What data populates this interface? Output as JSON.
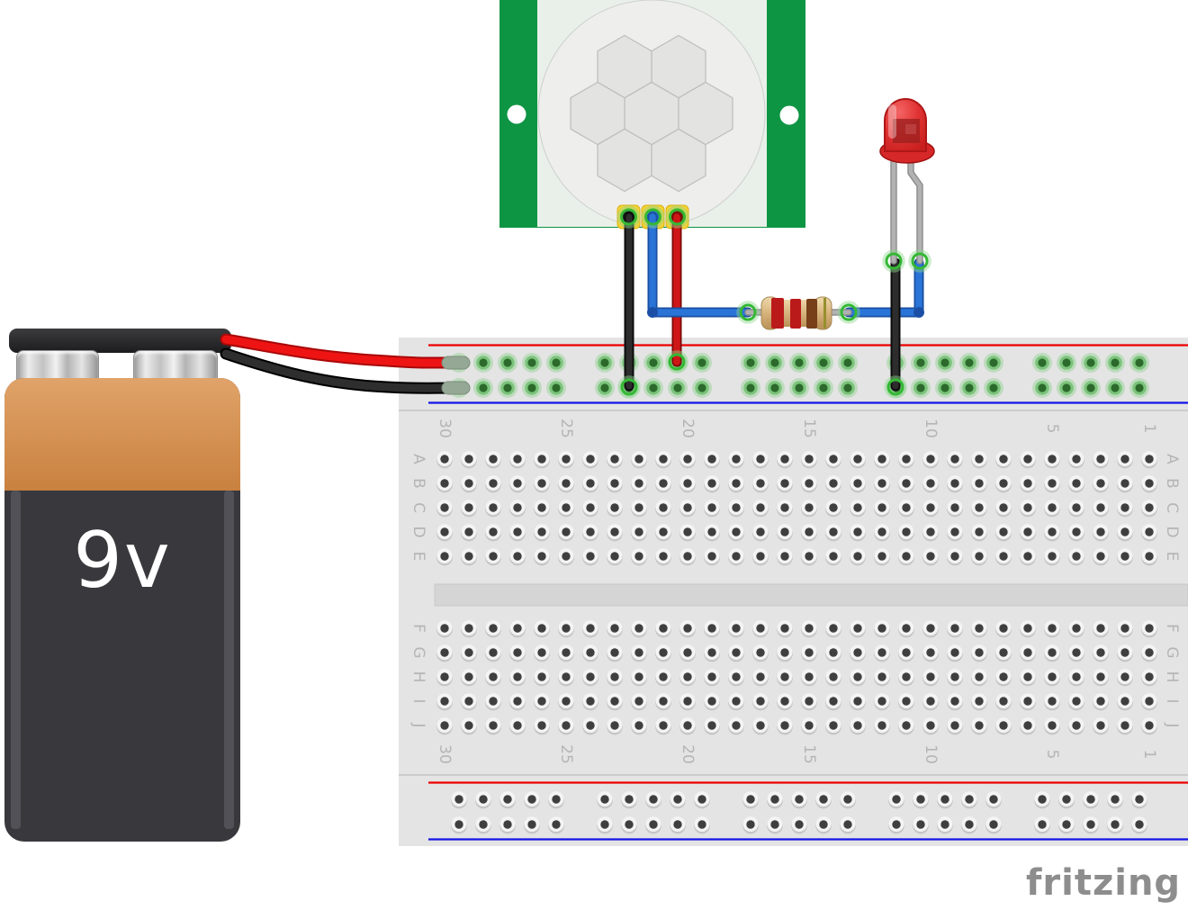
{
  "battery": {
    "voltage_label": "9v"
  },
  "breadboard": {
    "column_labels": [
      "30",
      "25",
      "20",
      "15",
      "10",
      "5",
      "1"
    ],
    "row_labels_upper": [
      "A",
      "B",
      "C",
      "D",
      "E"
    ],
    "row_labels_lower": [
      "F",
      "G",
      "H",
      "I",
      "J"
    ]
  },
  "watermark": {
    "label": "fritzing"
  },
  "colors": {
    "pcb_green": "#0d9543",
    "pir_dome": "#eeeeec",
    "pad_yellow": "#f4d232",
    "wire_red": "#cf1616",
    "wire_black": "#2d2d2d",
    "wire_blue": "#2a74d8",
    "battery_wire_red": "#ee1414",
    "battery_wire_black": "#2e2e2e",
    "led_red": "#d62828",
    "resistor_body": "#d8b67f",
    "resistor_band_1": "#bb1a1a",
    "resistor_band_2": "#bb1a1a",
    "resistor_band_3": "#774018",
    "resistor_band_4": "#97902e",
    "rail_positive": "#ee0000",
    "rail_negative": "#1414e6",
    "connection_green": "#35b835"
  }
}
